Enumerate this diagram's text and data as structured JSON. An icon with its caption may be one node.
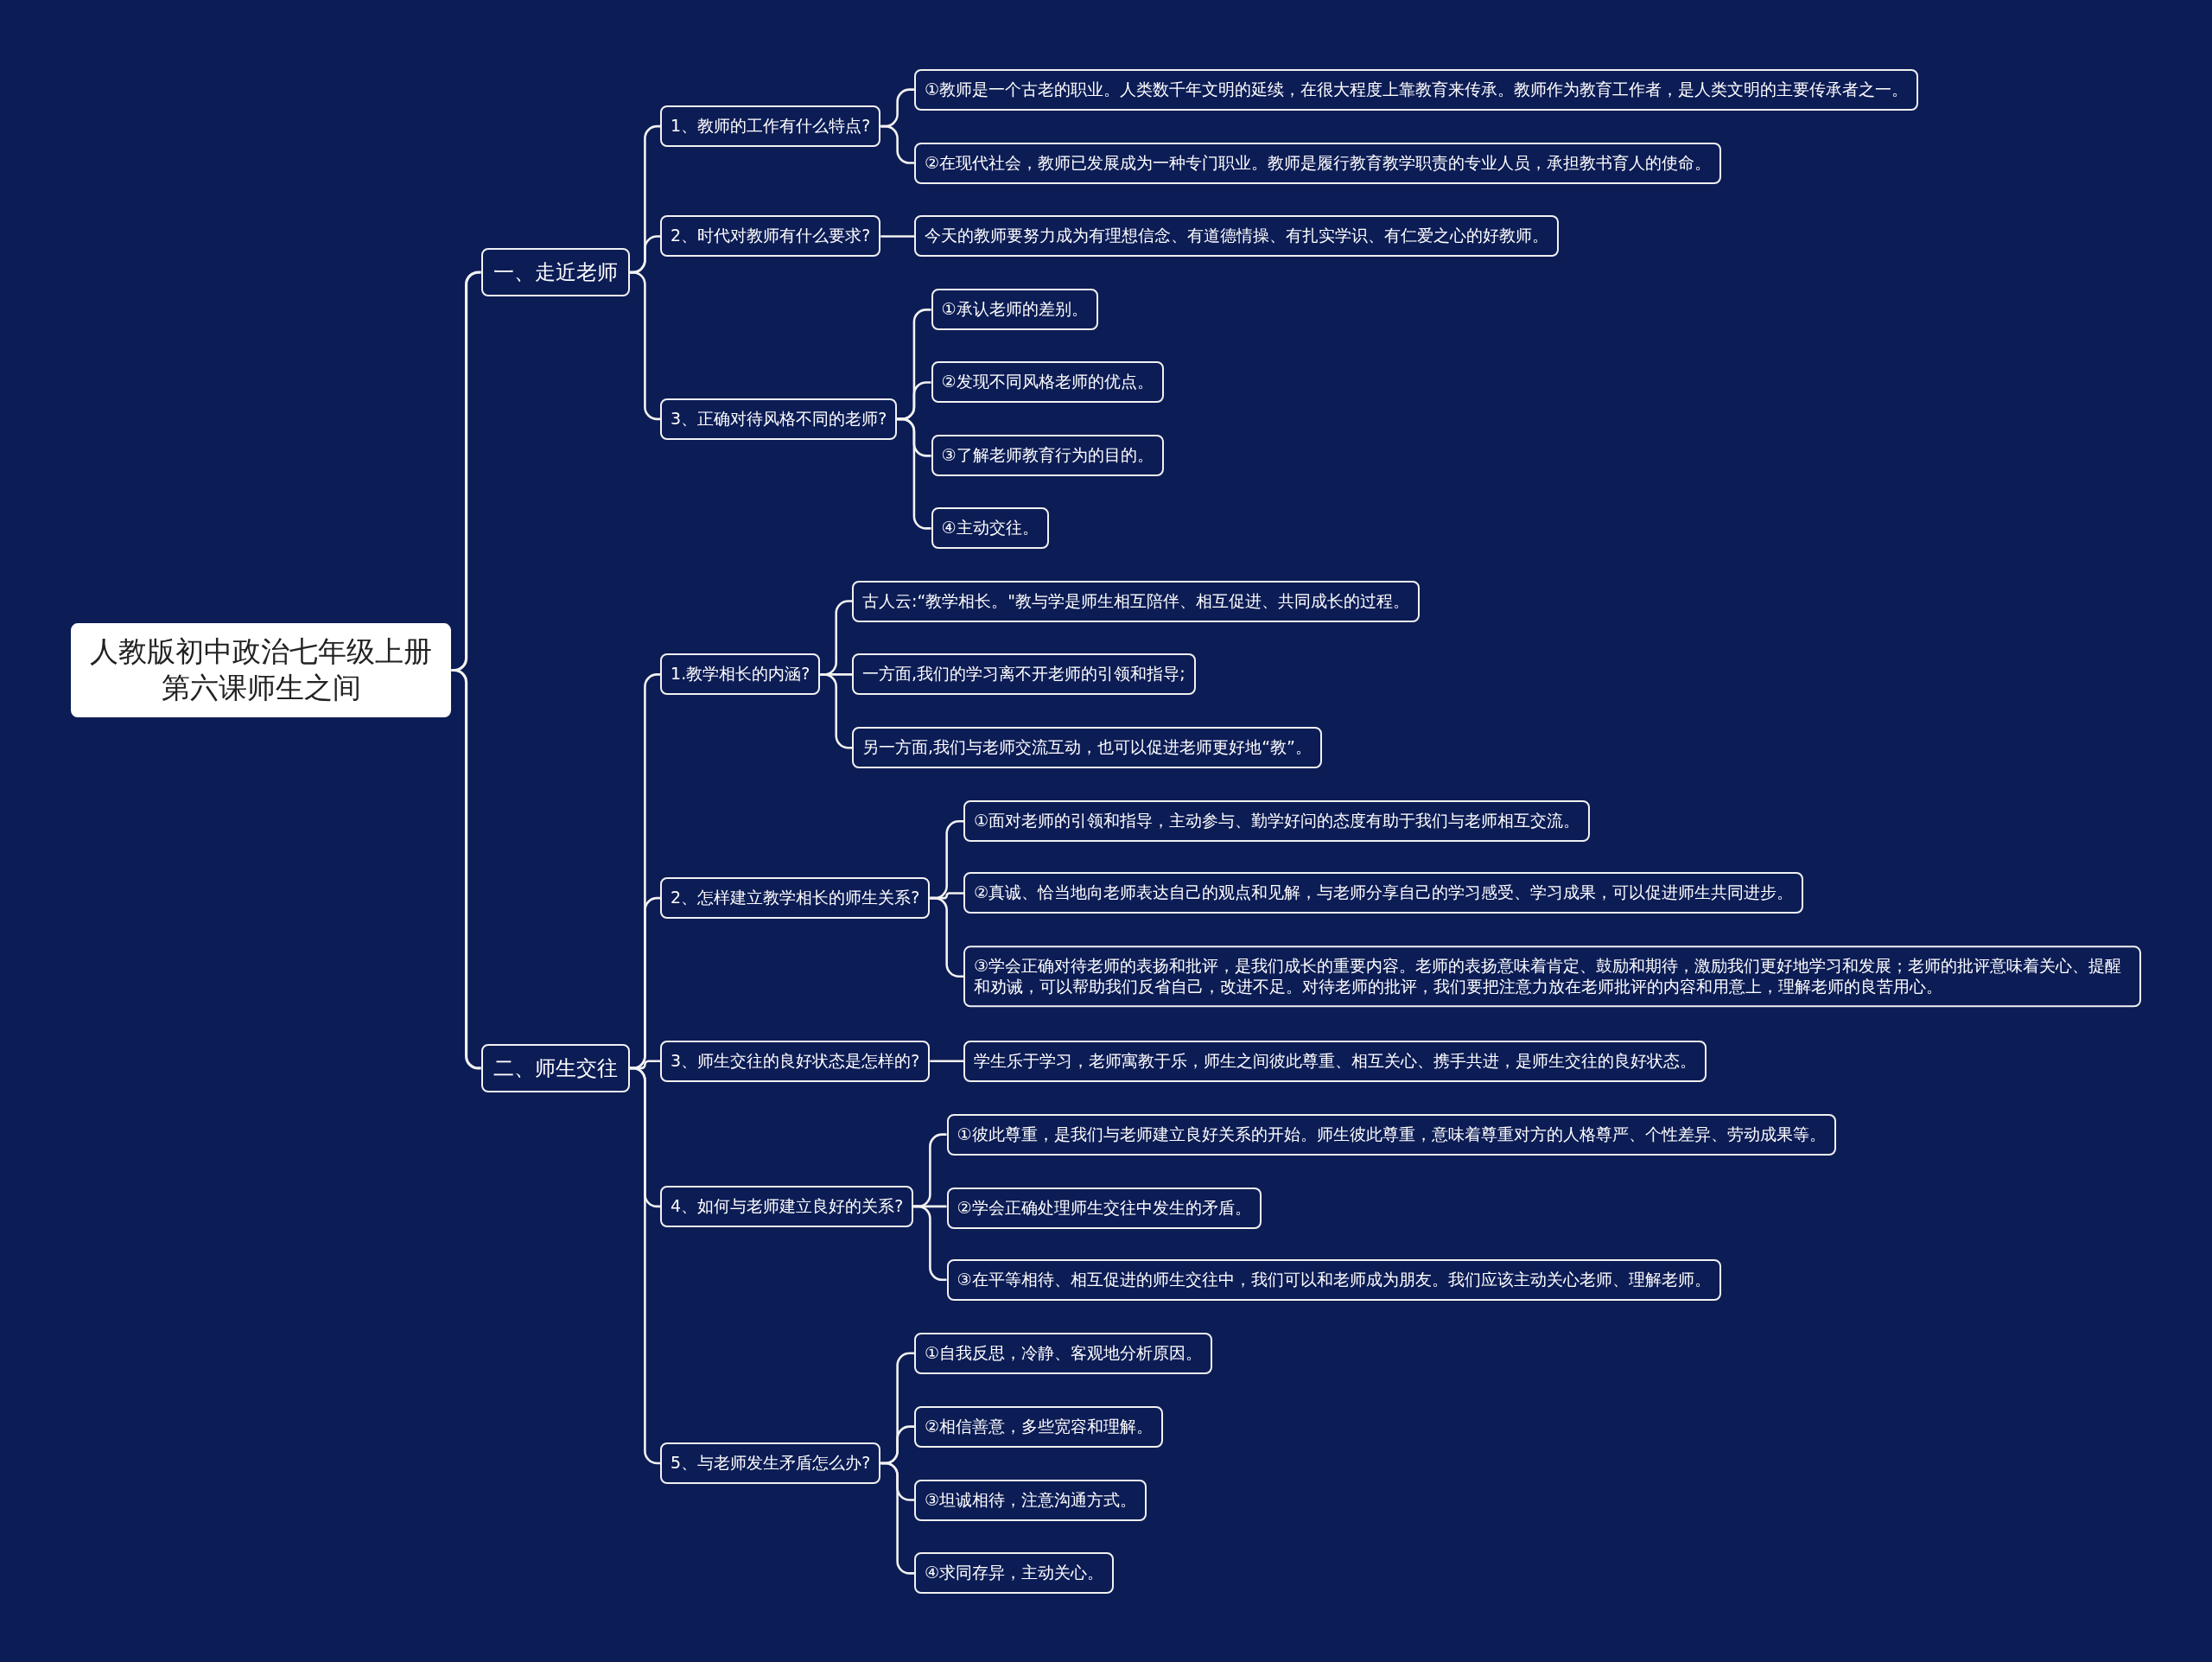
{
  "diagram": {
    "nodes": [
      {
        "text": [
          "人教版初中政治七年级上册第六课师生之间"
        ]
      },
      {
        "text": [
          "一、走近老师"
        ]
      },
      {
        "text": [
          "1、教师的工作有什么特点?"
        ]
      },
      {
        "text": [
          "①教师是一个古老的职业。人类数千年文明的延续，在很大程度上靠教育来传承。教师作为教育工作者，是人类文明的主要传承者之一。"
        ]
      },
      {
        "text": [
          "②在现代社会，教师已发展成为一种专门职业。教师是履行教育教学职责的专业人员，承担教书育人的使命。"
        ]
      },
      {
        "text": [
          "2、时代对教师有什么要求?"
        ]
      },
      {
        "text": [
          "今天的教师要努力成为有理想信念、有道德情操、有扎实学识、有仁爱之心的好教师。"
        ]
      },
      {
        "text": [
          "3、正确对待风格不同的老师?"
        ]
      },
      {
        "text": [
          "①承认老师的差别。"
        ]
      },
      {
        "text": [
          "②发现不同风格老师的优点。"
        ]
      },
      {
        "text": [
          "③了解老师教育行为的目的。"
        ]
      },
      {
        "text": [
          "④主动交往。"
        ]
      },
      {
        "text": [
          "二、师生交往"
        ]
      },
      {
        "text": [
          "1.教学相长的内涵?"
        ]
      },
      {
        "text": [
          "古人云:“教学相长。\"教与学是师生相互陪伴、相互促进、共同成长的过程。"
        ]
      },
      {
        "text": [
          "一方面,我们的学习离不开老师的引领和指导;"
        ]
      },
      {
        "text": [
          "另一方面,我们与老师交流互动，也可以促进老师更好地“教”。"
        ]
      },
      {
        "text": [
          "2、怎样建立教学相长的师生关系?"
        ]
      },
      {
        "text": [
          "①面对老师的引领和指导，主动参与、勤学好问的态度有助于我们与老师相互交流。"
        ]
      },
      {
        "text": [
          "②真诚、恰当地向老师表达自己的观点和见解，与老师分享自己的学习感受、学习成果，可以促进师生共同进步。"
        ]
      },
      {
        "text": [
          "③学会正确对待老师的表扬和批评，是我们成长的重要内容。老师的表扬意味着肯定、鼓励和期待，激励我们更好地学习和发展；老师的批评意味着关心、提醒和劝诫，可以帮助我们反省自己，改进不足。对待老师的批评，我们要把注意力放在老师批评的内容和用意上，理解老师的良苦用心。"
        ]
      },
      {
        "text": [
          "3、师生交往的良好状态是怎样的?"
        ]
      },
      {
        "text": [
          "学生乐于学习，老师寓教于乐，师生之间彼此尊重、相互关心、携手共进，是师生交往的良好状态。"
        ]
      },
      {
        "text": [
          "4、如何与老师建立良好的关系?"
        ]
      },
      {
        "text": [
          "①彼此尊重，是我们与老师建立良好关系的开始。师生彼此尊重，意味着尊重对方的人格尊严、个性差异、劳动成果等。"
        ]
      },
      {
        "text": [
          "②学会正确处理师生交往中发生的矛盾。"
        ]
      },
      {
        "text": [
          "③在平等相待、相互促进的师生交往中，我们可以和老师成为朋友。我们应该主动关心老师、理解老师。"
        ]
      },
      {
        "text": [
          "5、与老师发生矛盾怎么办?"
        ]
      },
      {
        "text": [
          "①自我反思，冷静、客观地分析原因。"
        ]
      },
      {
        "text": [
          "②相信善意，多些宽容和理解。"
        ]
      },
      {
        "text": [
          "③坦诚相待，注意沟通方式。"
        ]
      },
      {
        "text": [
          "④求同存异，主动关心。"
        ]
      }
    ],
    "edges": [
      {
        "from": 0,
        "to": 1,
        "arrow": "none"
      },
      {
        "from": 1,
        "to": 2,
        "arrow": "none"
      },
      {
        "from": 2,
        "to": 3,
        "arrow": "none"
      },
      {
        "from": 2,
        "to": 4,
        "arrow": "none"
      },
      {
        "from": 1,
        "to": 5,
        "arrow": "none"
      },
      {
        "from": 5,
        "to": 6,
        "arrow": "none"
      },
      {
        "from": 1,
        "to": 7,
        "arrow": "none"
      },
      {
        "from": 7,
        "to": 8,
        "arrow": "none"
      },
      {
        "from": 7,
        "to": 9,
        "arrow": "none"
      },
      {
        "from": 7,
        "to": 10,
        "arrow": "none"
      },
      {
        "from": 7,
        "to": 11,
        "arrow": "none"
      },
      {
        "from": 0,
        "to": 12,
        "arrow": "none"
      },
      {
        "from": 12,
        "to": 13,
        "arrow": "none"
      },
      {
        "from": 13,
        "to": 14,
        "arrow": "none"
      },
      {
        "from": 13,
        "to": 15,
        "arrow": "none"
      },
      {
        "from": 13,
        "to": 16,
        "arrow": "none"
      },
      {
        "from": 12,
        "to": 17,
        "arrow": "none"
      },
      {
        "from": 17,
        "to": 18,
        "arrow": "none"
      },
      {
        "from": 17,
        "to": 19,
        "arrow": "none"
      },
      {
        "from": 17,
        "to": 20,
        "arrow": "none"
      },
      {
        "from": 12,
        "to": 21,
        "arrow": "none"
      },
      {
        "from": 21,
        "to": 22,
        "arrow": "none"
      },
      {
        "from": 12,
        "to": 23,
        "arrow": "none"
      },
      {
        "from": 23,
        "to": 24,
        "arrow": "none"
      },
      {
        "from": 23,
        "to": 25,
        "arrow": "none"
      },
      {
        "from": 23,
        "to": 26,
        "arrow": "none"
      },
      {
        "from": 12,
        "to": 27,
        "arrow": "none"
      },
      {
        "from": 27,
        "to": 28,
        "arrow": "none"
      },
      {
        "from": 27,
        "to": 29,
        "arrow": "none"
      },
      {
        "from": 27,
        "to": 30,
        "arrow": "none"
      },
      {
        "from": 27,
        "to": 31,
        "arrow": "none"
      }
    ]
  }
}
